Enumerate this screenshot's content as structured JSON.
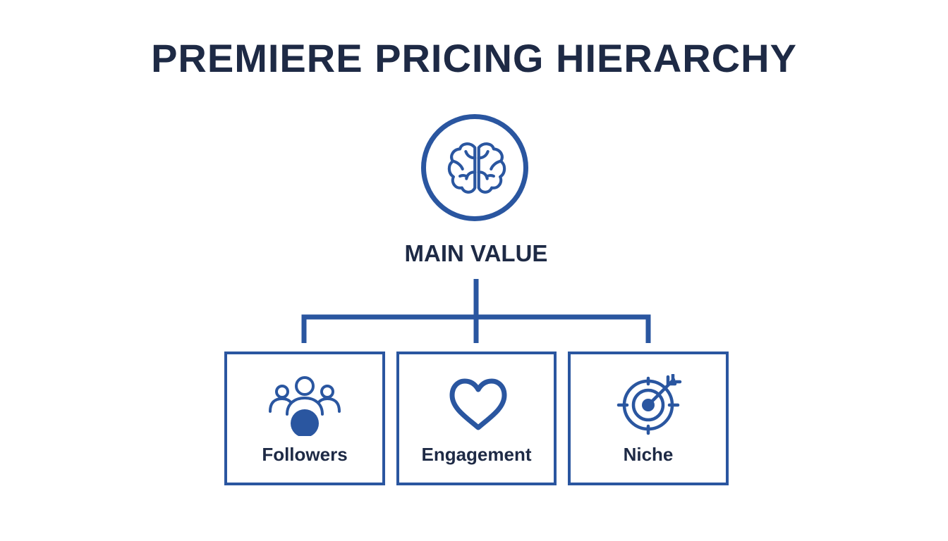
{
  "title": "PREMIERE PRICING HIERARCHY",
  "colors": {
    "text": "#1e2a45",
    "accent": "#2a56a0"
  },
  "root": {
    "label": "MAIN VALUE",
    "icon": "brain-icon"
  },
  "children": [
    {
      "label": "Followers",
      "icon": "users-group-icon"
    },
    {
      "label": "Engagement",
      "icon": "heart-icon"
    },
    {
      "label": "Niche",
      "icon": "target-arrow-icon"
    }
  ]
}
